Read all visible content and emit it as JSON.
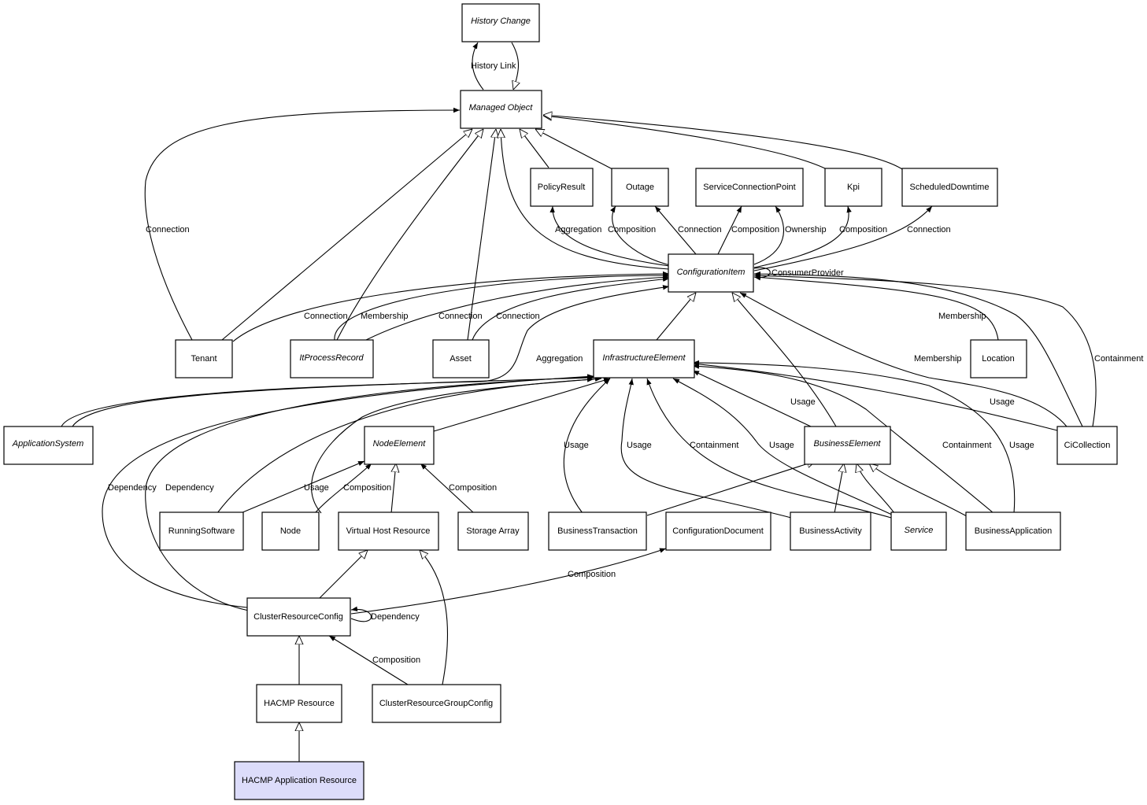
{
  "nodes": {
    "history_change": "History Change",
    "managed_object": "Managed Object",
    "policy_result": "PolicyResult",
    "outage": "Outage",
    "service_connection_point": "ServiceConnectionPoint",
    "kpi": "Kpi",
    "scheduled_downtime": "ScheduledDowntime",
    "configuration_item": "ConfigurationItem",
    "tenant": "Tenant",
    "it_process_record": "ItProcessRecord",
    "asset": "Asset",
    "infrastructure_element": "InfrastructureElement",
    "location": "Location",
    "application_system": "ApplicationSystem",
    "node_element": "NodeElement",
    "business_element": "BusinessElement",
    "ci_collection": "CiCollection",
    "running_software": "RunningSoftware",
    "node": "Node",
    "virtual_host_resource": "Virtual Host Resource",
    "storage_array": "Storage Array",
    "business_transaction": "BusinessTransaction",
    "configuration_document": "ConfigurationDocument",
    "business_activity": "BusinessActivity",
    "service": "Service",
    "business_application": "BusinessApplication",
    "cluster_resource_config": "ClusterResourceConfig",
    "hacmp_resource": "HACMP Resource",
    "cluster_resource_group_config": "ClusterResourceGroupConfig",
    "hacmp_application_resource": "HACMP Application Resource"
  },
  "edge_labels": {
    "history_link": "History Link",
    "tenant_mo_connection": "Connection",
    "ci_policy_aggregation": "Aggregation",
    "ci_outage_composition": "Composition",
    "ci_outage_connection": "Connection",
    "ci_scp_composition": "Composition",
    "ci_scp_ownership": "Ownership",
    "ci_kpi_composition": "Composition",
    "ci_sd_connection": "Connection",
    "consumer_provider": "ConsumerProvider",
    "tenant_ci_connection": "Connection",
    "itpr_ci_membership": "Membership",
    "itpr_ci_connection": "Connection",
    "asset_ci_connection": "Connection",
    "appsys_ci_aggregation": "Aggregation",
    "location_ci_membership": "Membership",
    "cicoll_ci_membership": "Membership",
    "cicoll_ci_containment": "Containment",
    "be_ie_usage": "Usage",
    "cicoll_ie_usage": "Usage",
    "crc_ie_dependency_1": "Dependency",
    "crc_ie_dependency_2": "Dependency",
    "rs_ne_usage": "Usage",
    "node_ne_composition": "Composition",
    "sa_ne_composition": "Composition",
    "bt_ie_usage": "Usage",
    "ba_ie_usage": "Usage",
    "svc_ie_containment": "Containment",
    "svc_ie_usage": "Usage",
    "bapp_ie_containment": "Containment",
    "bapp_ie_usage": "Usage",
    "crc_cd_composition": "Composition",
    "crc_self_dependency": "Dependency",
    "crgc_crc_composition": "Composition"
  }
}
